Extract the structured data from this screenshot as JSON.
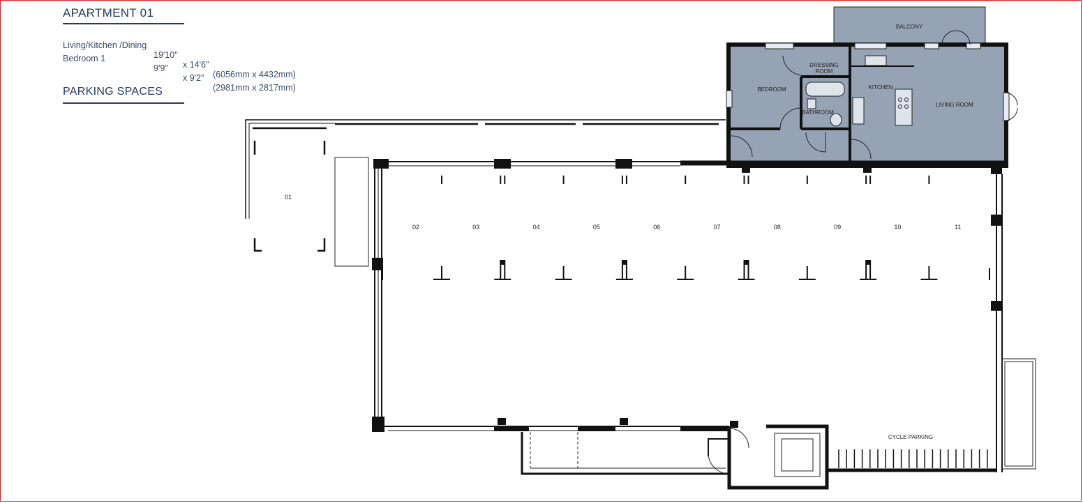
{
  "header": {
    "title": "APARTMENT 01",
    "specs": [
      {
        "room": "Living/Kitchen /Dining",
        "imperial_a": "19'10\"",
        "imperial_b": "x 14'6\"",
        "metric": "(6056mm x 4432mm)"
      },
      {
        "room": "Bedroom 1",
        "imperial_a": "9'9\"",
        "imperial_b": "x 9'2\"",
        "metric": "(2981mm x 2817mm)"
      }
    ],
    "section_title": "PARKING SPACES"
  },
  "plan": {
    "room_labels": {
      "balcony": "BALCONY",
      "dressing": "DRESSING ROOM",
      "dressing_l1": "DRESSING",
      "dressing_l2": "ROOM",
      "bedroom": "BEDROOM",
      "kitchen": "KITCHEN",
      "living": "LIVING ROOM",
      "bathroom": "BATHROOM",
      "cycle": "CYCLE PARKING"
    },
    "parking_spaces": [
      "01",
      "02",
      "03",
      "04",
      "05",
      "06",
      "07",
      "08",
      "09",
      "10",
      "11"
    ]
  },
  "colors": {
    "apartment_fill": "#96a3b5",
    "balcony_fill": "#96a3b5",
    "wall": "#111111",
    "heading": "#26395e",
    "border": "#d02020"
  }
}
